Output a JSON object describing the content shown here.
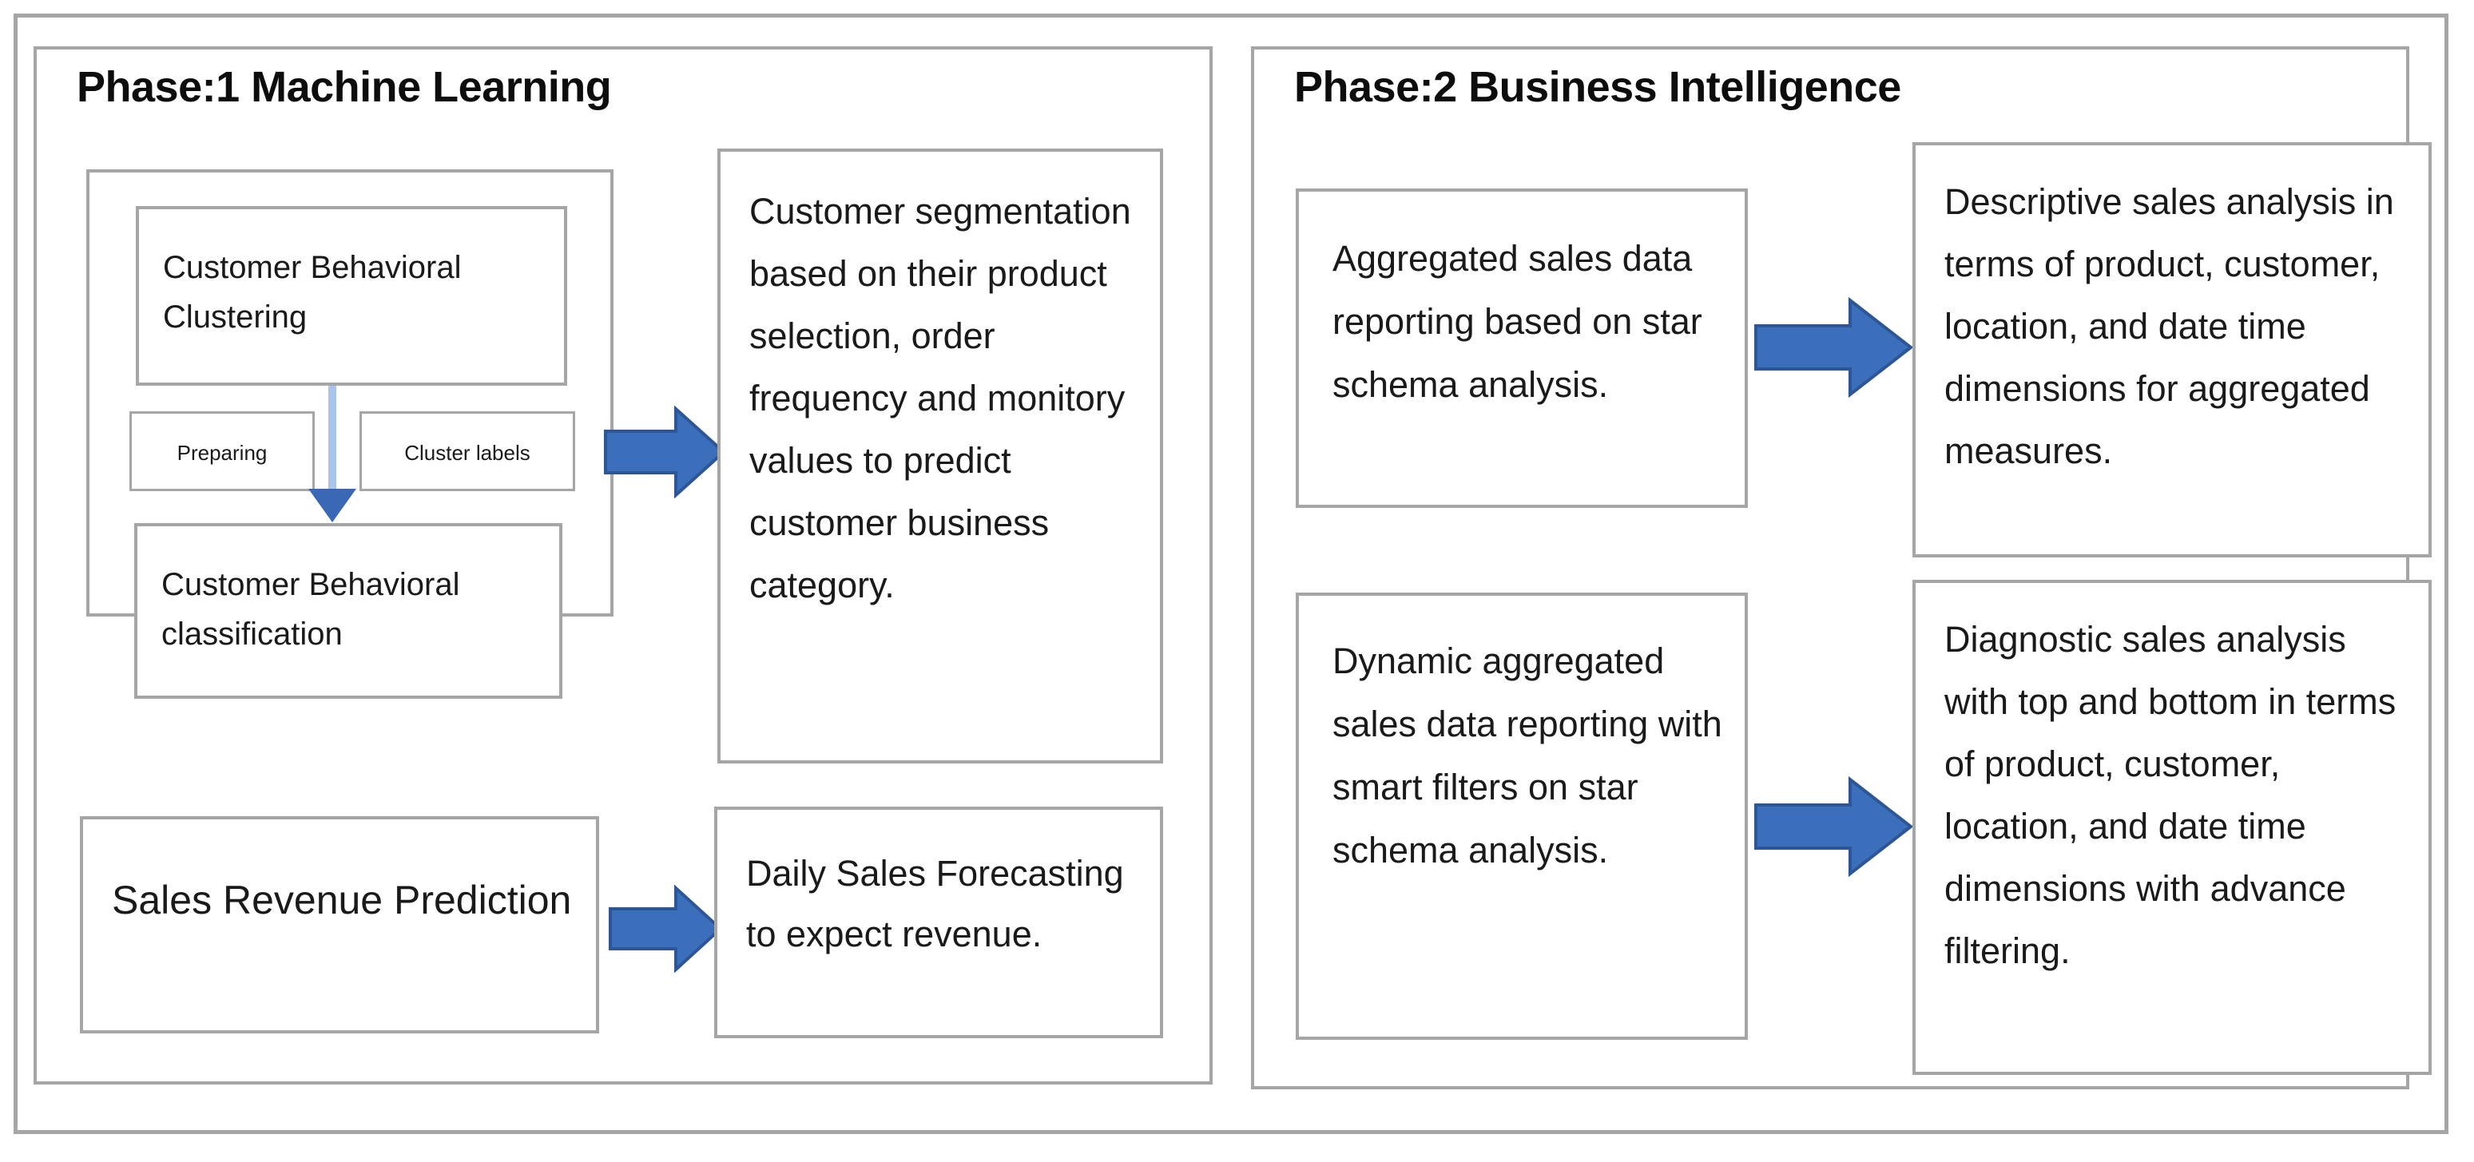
{
  "colors": {
    "border_gray": "#a6a6a6",
    "arrow_fill": "#3c6fbb",
    "arrow_stroke": "#2e5694",
    "connector_line": "#a9c5eb",
    "connector_head": "#3a68b4",
    "text": "#1a1a1a"
  },
  "phase1": {
    "title": "Phase:1 Machine Learning",
    "clustering": "Customer Behavioral Clustering",
    "preparing": "Preparing",
    "cluster_labels": "Cluster labels",
    "classification": "Customer Behavioral classification",
    "segmentation": "Customer segmentation based on their product selection, order frequency and monitory values to predict customer business category.",
    "revenue_prediction": "Sales Revenue Prediction",
    "forecasting": "Daily Sales Forecasting to expect revenue."
  },
  "phase2": {
    "title": "Phase:2 Business Intelligence",
    "aggregated": "Aggregated sales data reporting based on star schema analysis.",
    "descriptive": "Descriptive sales analysis in terms of product, customer, location, and date time dimensions for aggregated measures.",
    "dynamic": "Dynamic aggregated sales data reporting with smart filters on star schema analysis.",
    "diagnostic": "Diagnostic sales analysis with top and bottom in terms of product, customer, location, and date time dimensions with advance filtering."
  }
}
